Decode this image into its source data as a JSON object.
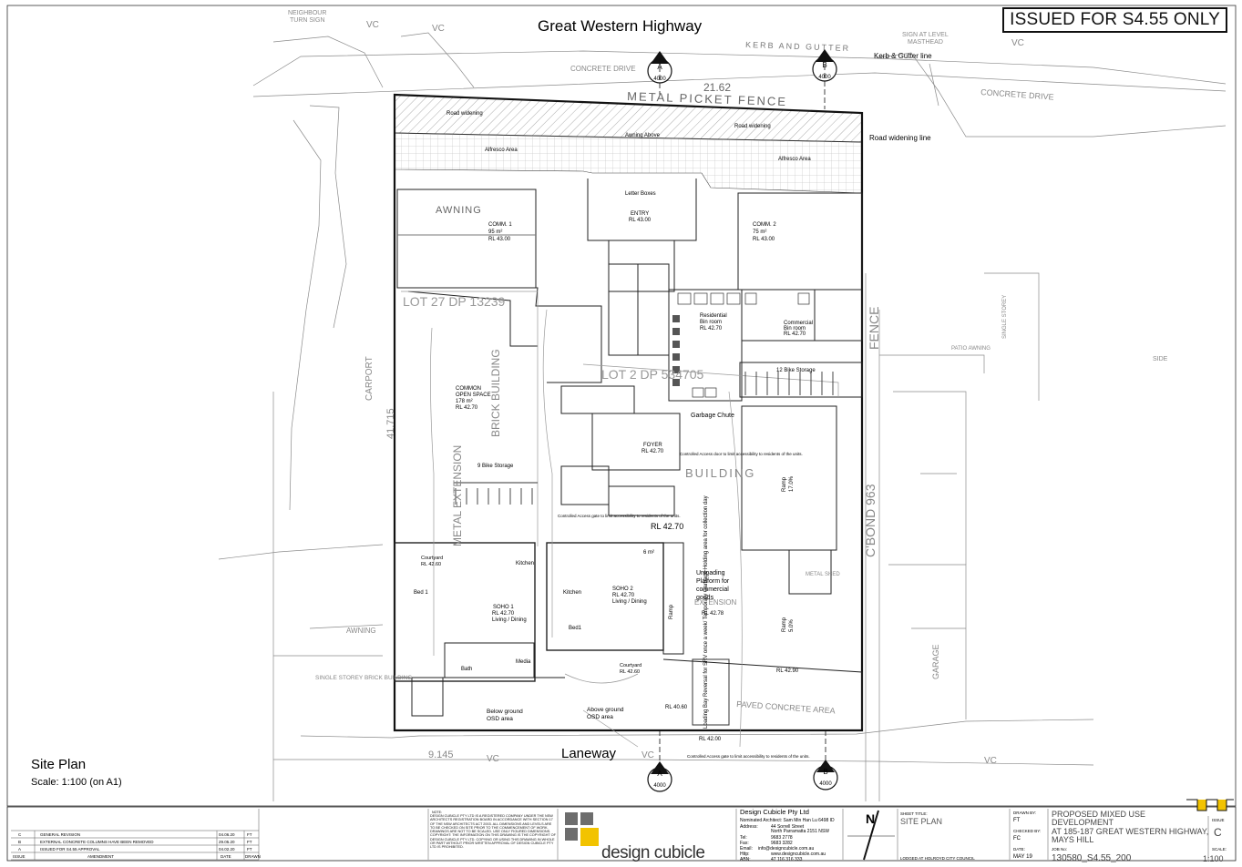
{
  "stamp": "ISSUED FOR S4.55 ONLY",
  "site_plan": {
    "title": "Site Plan",
    "scale": "Scale: 1:100 (on A1)"
  },
  "streets": {
    "north": "Great Western Highway",
    "south": "Laneway"
  },
  "top_labels": {
    "kerb_gutter": "KERB AND GUTTER",
    "kerb_gutter_line": "Kerb & Gutter line",
    "metal_fence": "METAL PICKET FENCE",
    "frontage": "21.62",
    "road_widening": "Road widening",
    "road_widening_line": "Road widening line",
    "concrete_drive_left": "CONCRETE DRIVE",
    "concrete_drive_right": "CONCRETE DRIVE",
    "awning_above": "Awning Above",
    "alfresco_left": "Alfresco Area",
    "alfresco_right": "Alfresco Area"
  },
  "section_markers": [
    {
      "id": "A",
      "sheet": "4000"
    },
    {
      "id": "B",
      "sheet": "4000"
    },
    {
      "id": "A",
      "sheet": "4000"
    },
    {
      "id": "B",
      "sheet": "4000"
    }
  ],
  "rooms": {
    "comm1": [
      "COMM. 1",
      "95 m²",
      "RL 43.00"
    ],
    "comm2": [
      "COMM. 2",
      "75 m²",
      "RL 43.00"
    ],
    "entry": [
      "ENTRY",
      "RL 43.00"
    ],
    "letter_boxes": "Letter Boxes",
    "awning": "AWNING",
    "res_bin": [
      "Residential",
      "Bin room",
      "RL 42.70"
    ],
    "com_bin": [
      "Commercial",
      "Bin room",
      "RL 42.70"
    ],
    "bike12": "12 Bike Storage",
    "garbage_chute": "Garbage Chute",
    "foyer": [
      "FOYER",
      "RL 42.70"
    ],
    "open_space": [
      "COMMON",
      "OPEN SPACE",
      "178 m²",
      "RL 42.70"
    ],
    "bike9": "9 Bike Storage",
    "rl_4270": "RL 42.70",
    "access_door": "Controlled Access door to limit accessibility to residents of the units.",
    "access_gate": "Controlled Access gate to limit accessibility to residents of the units.",
    "access_gate_south": "Controlled Access gate to limit accessibility to residents of the units.",
    "unloading": [
      "Unloading",
      "Platform for",
      "commercial",
      "goods"
    ],
    "soho1": [
      "SOHO 1",
      "RL 42.70",
      "Living / Dining"
    ],
    "soho2": [
      "SOHO 2",
      "RL 42.70",
      "Living / Dining"
    ],
    "courtyard1": [
      "Courtyard",
      "RL 42.60"
    ],
    "courtyard2": [
      "Courtyard",
      "RL 42.60"
    ],
    "bed1": "Bed 1",
    "bed1b": "Bed1",
    "kitchen": "Kitchen",
    "kitchen2": "Kitchen",
    "bath": "Bath",
    "media": "Media",
    "below_osd": [
      "Below ground",
      "OSD area"
    ],
    "above_osd": [
      "Above ground",
      "OSD area"
    ],
    "loading_bay": "Loading Bay Reversal for SRV once a week/ Temporary Garbage Holding area for collection day",
    "ramp": "Ramp",
    "ramp_grade1": "17.0%",
    "ramp_grade2": "5.0%",
    "rl_4278": "RL 42.78",
    "rl_4290": "RL 42.90",
    "rl_4200": "RL 42.00",
    "rl_4060": "RL 40.60",
    "area_6": "6 m²"
  },
  "survey": {
    "lot27": "LOT 27 DP 13239",
    "lot2": "LOT 2 DP 534705",
    "building": "BUILDING",
    "brick_building": "BRICK BUILDING",
    "metal_extension": "METAL EXTENSION",
    "fence_east": "FENCE",
    "cbond": "C'BOND 963",
    "carport": "CARPORT",
    "awning_w": "AWNING",
    "garage": "GARAGE",
    "single_storey": "SINGLE STOREY BRICK BUILDING",
    "dim_west": "41.715",
    "dim_south": "9.145",
    "paved_concrete": "PAVED CONCRETE AREA",
    "metal_shed": "METAL SHED",
    "extension": "EXTENSION",
    "patio": "PATIO AWNING",
    "single_storey_e": "SINGLE STOREY",
    "vc": "VC"
  },
  "title_block": {
    "revisions": [
      {
        "issue": "C",
        "amendment": "GENERAL REVISION",
        "date": "04.06.20",
        "drawn": "FT"
      },
      {
        "issue": "B",
        "amendment": "EXTERNAL CONCRETE COLUMNS HAVE BEEN REMOVED",
        "date": "29.05.20",
        "drawn": "FT"
      },
      {
        "issue": "A",
        "amendment": "ISSUED FOR S4.55 APPROVAL",
        "date": "04.02.20",
        "drawn": "FT"
      }
    ],
    "rev_headers": [
      "ISSUE",
      "AMENDMENT",
      "DATE",
      "DRAWN"
    ],
    "note_heading": "NOTE:",
    "note": "DESIGN CUBICLE PTY LTD IS A REGISTERED COMPANY UNDER THE NSW ARCHITECTS REGISTRATION BOARD IN ACCORDANCE WITH SECTION 17 OF THE NSW ARCHITECTS ACT 2003. ALL DIMENSIONS AND LEVELS ARE TO BE CHECKED ON SITE PRIOR TO THE COMMENCEMENT OF WORK. DRAWINGS ARE NOT TO BE SCALED. USE ONLY FIGURED DIMENSIONS.",
    "copyright": "COPYRIGHT: THE INFORMATION ON THIS DRAWING IS THE COPYRIGHT OF DESIGN CUBICLE PTY LTD. COPYING OR USING THIS DRAWING IN WHOLE OR PART WITHOUT PRIOR WRITTEN APPROVAL OF DESIGN CUBICLE PTY LTD IS PROHIBITED.",
    "logo_text": "design cubicle",
    "company": "Design Cubicle Pty Ltd",
    "architect": "Nominated Architect: Sam Min Han Lu 6498 ID",
    "address_label": "Address:",
    "address1": "44 Sorrell Street",
    "address2": "North Parramatta 2151 NSW",
    "tel_label": "Tel:",
    "tel": "9683 2778",
    "fax_label": "Fax:",
    "fax": "9683 3282",
    "email_label": "Email:",
    "email": "info@designcubicle.com.au",
    "http_label": "Http:",
    "http": "www.designcubicle.com.au",
    "abn_label": "ABN:",
    "abn": "47 116 316 333",
    "north": "N",
    "sheet_title_label": "SHEET TITLE:",
    "sheet_title": "SITE PLAN",
    "council": "LODGED AT HOLROYD CITY COUNCIL",
    "drawn_by_label": "DRAWN BY:",
    "drawn_by": "FT",
    "checked_by_label": "CHECKED BY:",
    "checked_by": "FC",
    "date_label": "DATE:",
    "date": "MAY 19",
    "project1": "PROPOSED MIXED USE",
    "project2": "DEVELOPMENT",
    "project3": "AT 185-187 GREAT WESTERN HIGHWAY,",
    "project4": "MAYS HILL",
    "job_label": "JOB No:",
    "job": "130580_S4.55_200",
    "issue_label": "ISSUE",
    "issue": "C",
    "scale_label": "SCALE:",
    "scale": "1:100"
  },
  "colors": {
    "ink": "#111111",
    "hatch": "#9a9a9a",
    "light": "#8a8a8a",
    "logo_yellow": "#f2c300",
    "logo_grey": "#6d6d6d"
  }
}
